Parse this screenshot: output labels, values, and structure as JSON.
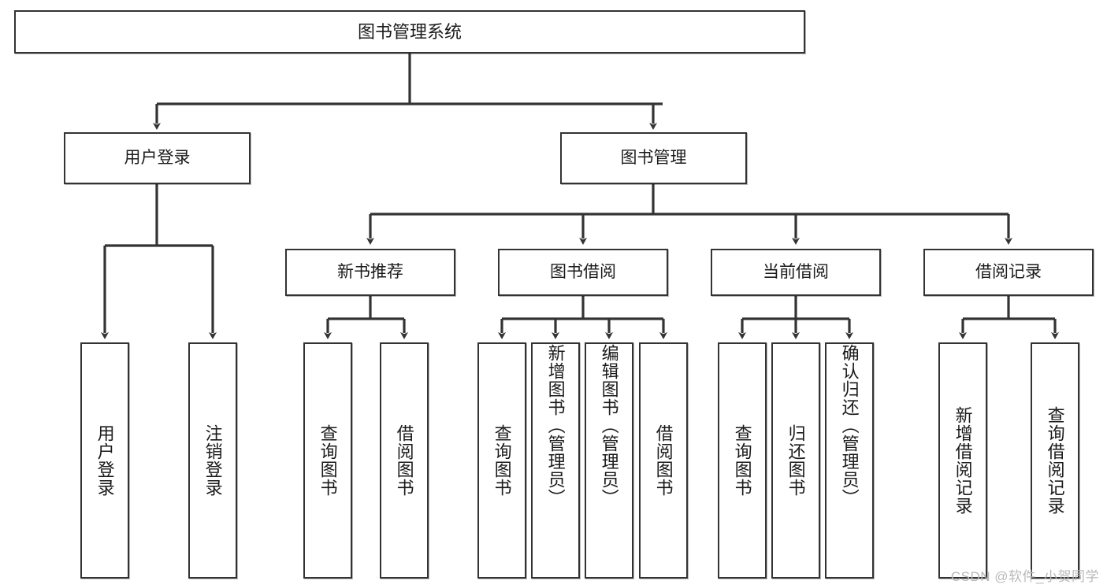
{
  "diagram": {
    "title": "图书管理系统",
    "type": "hierarchy-tree",
    "root": {
      "label": "图书管理系统"
    },
    "level2": [
      {
        "label": "用户登录"
      },
      {
        "label": "图书管理"
      }
    ],
    "level3": [
      {
        "label": "新书推荐"
      },
      {
        "label": "图书借阅"
      },
      {
        "label": "当前借阅"
      },
      {
        "label": "借阅记录"
      }
    ],
    "leaves": {
      "user_login": [
        {
          "label": "用户登录"
        },
        {
          "label": "注销登录"
        }
      ],
      "new_book_recommend": [
        {
          "label": "查询图书"
        },
        {
          "label": "借阅图书"
        }
      ],
      "book_borrow": [
        {
          "label": "查询图书"
        },
        {
          "label": "新增图书（管理员）"
        },
        {
          "label": "编辑图书（管理员）"
        },
        {
          "label": "借阅图书"
        }
      ],
      "current_borrow": [
        {
          "label": "查询图书"
        },
        {
          "label": "归还图书"
        },
        {
          "label": "确认归还（管理员）"
        }
      ],
      "borrow_record": [
        {
          "label": "新增借阅记录"
        },
        {
          "label": "查询借阅记录"
        }
      ]
    }
  },
  "watermark": {
    "text": "CSDN @软件_小贺同学"
  },
  "colors": {
    "stroke": "#333333",
    "box_fill": "#ffffff",
    "text": "#1a1a1a",
    "watermark": "#b9b9b9"
  }
}
